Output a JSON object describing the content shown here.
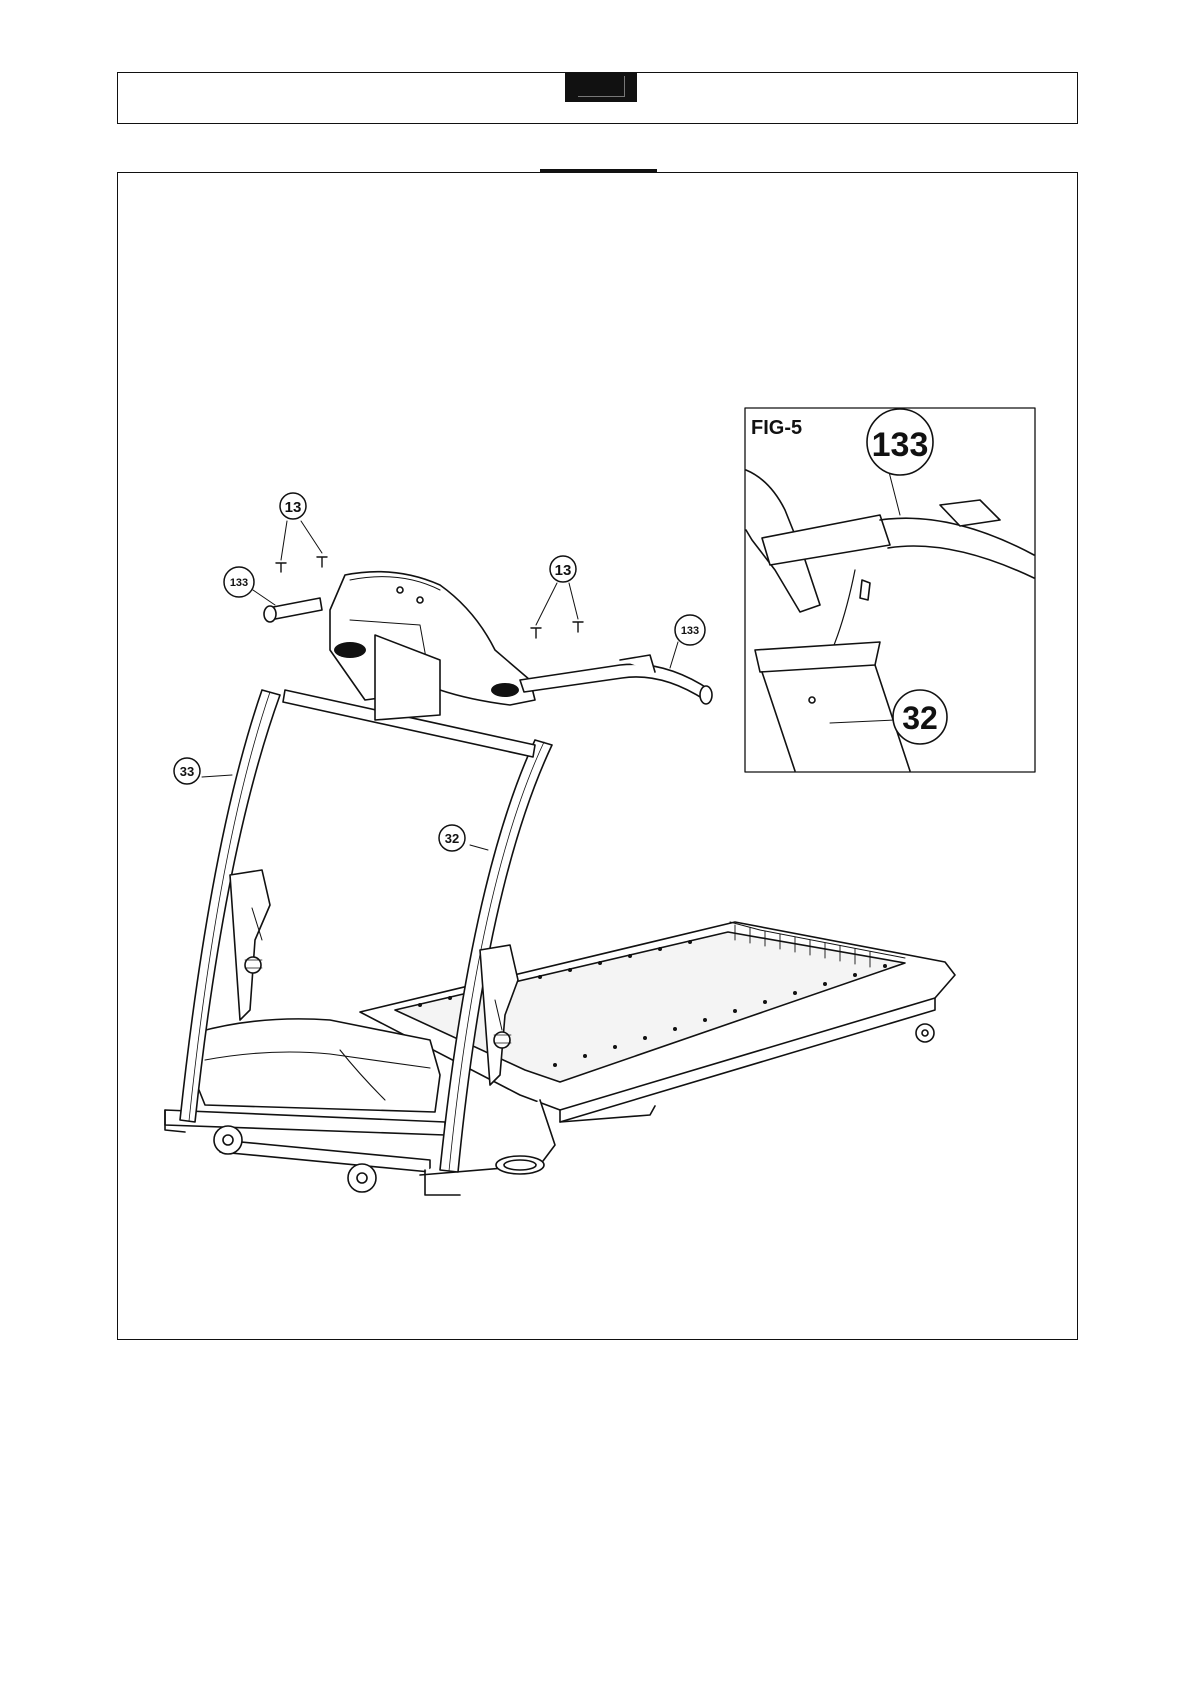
{
  "inset": {
    "label": "FIG-5"
  },
  "callouts": {
    "bolts_left": "13",
    "bolts_right": "13",
    "handlebar_left": "133",
    "handlebar_right": "133",
    "upright_left": "33",
    "upright_right": "32",
    "inset_handlebar": "133",
    "inset_upright": "32"
  }
}
